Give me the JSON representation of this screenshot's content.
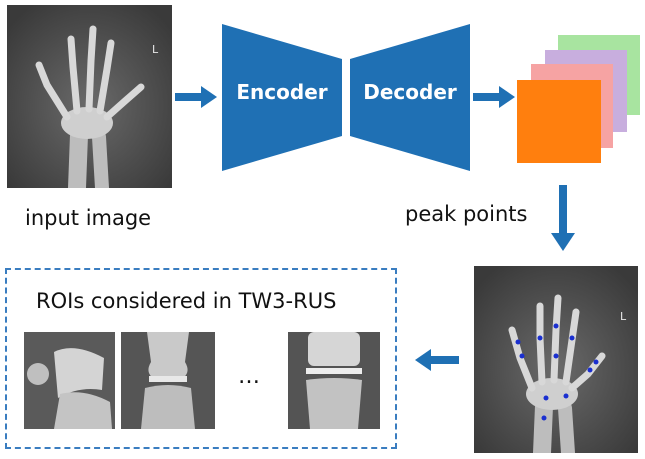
{
  "labels": {
    "input_image": "input image",
    "encoder": "Encoder",
    "decoder": "Decoder",
    "peak_points": "peak points",
    "roi_title": "ROIs considered in TW3-RUS",
    "ellipsis": "…",
    "hand_marker": "L"
  },
  "colors": {
    "network_blue": "#1f70b4",
    "arrow_blue": "#1f70b4",
    "dashed_border": "#3a7dc0",
    "heatmap_layers": [
      "#a8e4a0",
      "#c8aede",
      "#f6a3a3",
      "#ff7f0e"
    ]
  }
}
